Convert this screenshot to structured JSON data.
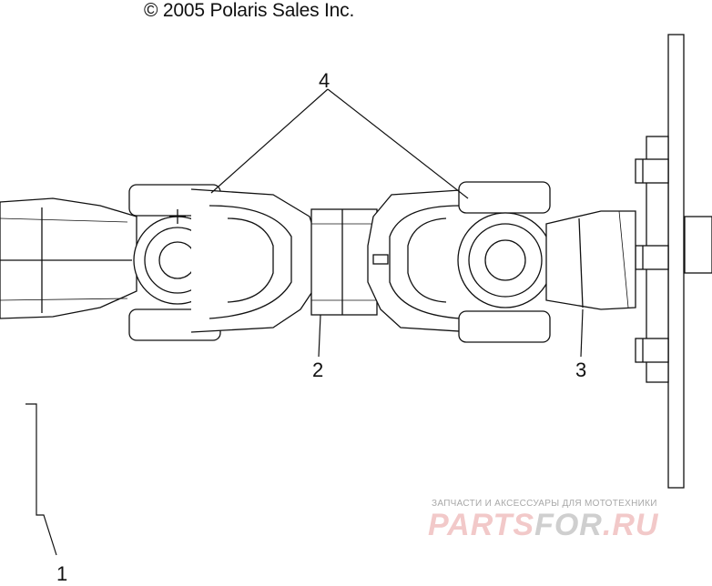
{
  "header": {
    "copyright": "© 2005 Polaris Sales Inc."
  },
  "callouts": {
    "c1": "1",
    "c2": "2",
    "c3": "3",
    "c4": "4"
  },
  "watermark": {
    "tagline": "ЗАПЧАСТИ И АКСЕССУАРЫ ДЛЯ МОТОТЕХНИКИ",
    "logo_a": "PARTS",
    "logo_b": "FOR",
    "logo_c": ".RU"
  },
  "colors": {
    "line": "#111111",
    "watermark_red": "#f2c9c9",
    "watermark_gray": "#cfcfcf"
  }
}
